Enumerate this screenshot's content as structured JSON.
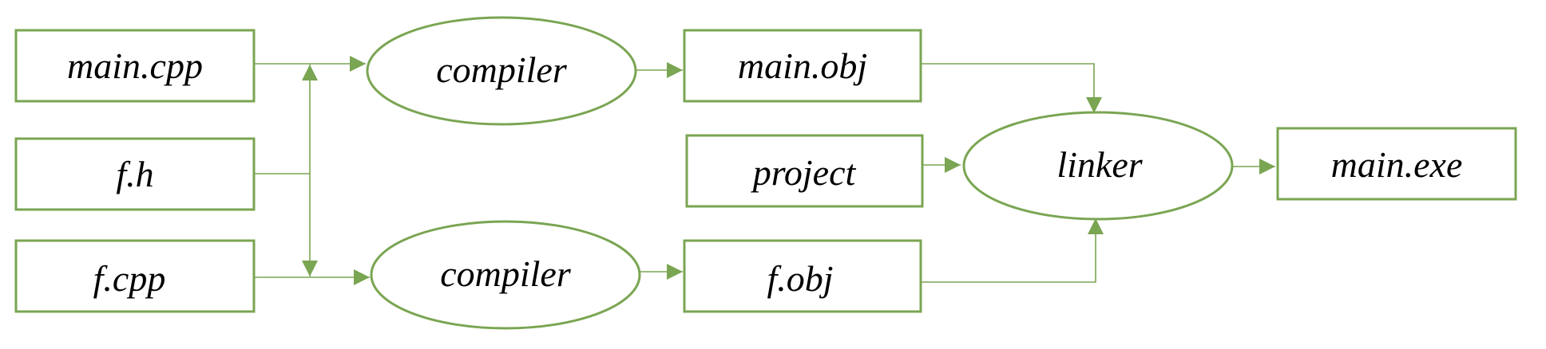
{
  "colors": {
    "stroke": "#7aa552",
    "text": "#000000",
    "background": "#ffffff"
  },
  "nodes": {
    "main_cpp": {
      "label": "main.cpp"
    },
    "f_h": {
      "label": "f.h"
    },
    "f_cpp": {
      "label": "f.cpp"
    },
    "compiler_top": {
      "label": "compiler"
    },
    "compiler_bottom": {
      "label": "compiler"
    },
    "main_obj": {
      "label": "main.obj"
    },
    "f_obj": {
      "label": "f.obj"
    },
    "project": {
      "label": "project"
    },
    "linker": {
      "label": "linker"
    },
    "main_exe": {
      "label": "main.exe"
    }
  }
}
